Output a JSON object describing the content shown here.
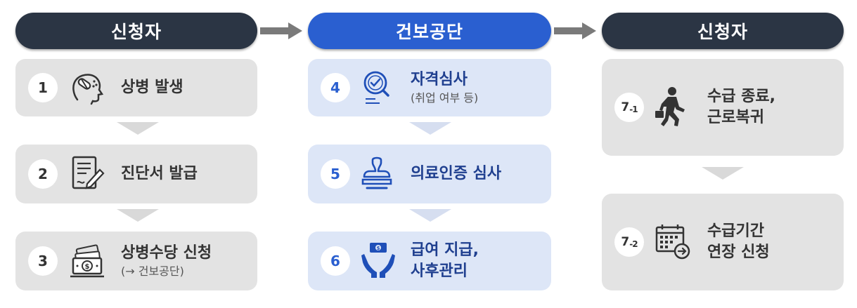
{
  "columns": [
    {
      "header": "신청자",
      "steps": [
        {
          "num": "1",
          "label": "상병 발생",
          "note": ""
        },
        {
          "num": "2",
          "label": "진단서 발급",
          "note": ""
        },
        {
          "num": "3",
          "label": "상병수당 신청",
          "note": "(→ 건보공단)"
        }
      ]
    },
    {
      "header": "건보공단",
      "steps": [
        {
          "num": "4",
          "label": "자격심사",
          "note": "(취업 여부 등)"
        },
        {
          "num": "5",
          "label": "의료인증 심사",
          "note": ""
        },
        {
          "num": "6",
          "label": "급여 지급,",
          "label2": "사후관리"
        }
      ]
    },
    {
      "header": "신청자",
      "steps": [
        {
          "num": "7",
          "sub": "-1",
          "label": "수급 종료,",
          "label2": "근로복귀"
        },
        {
          "num": "7",
          "sub": "-2",
          "label": "수급기간",
          "label2": "연장 신청"
        }
      ]
    }
  ],
  "colors": {
    "header_dark": "#2b3544",
    "header_blue": "#2a5fd0",
    "box_gray": "#e3e3e3",
    "box_blue": "#dde6f7",
    "icon_dark": "#333333",
    "icon_blue": "#1f4fb8"
  },
  "icons": [
    "head-pill-icon",
    "document-pen-icon",
    "money-cash-icon",
    "magnifier-check-icon",
    "stamp-icon",
    "hand-money-icon",
    "person-walking-briefcase-icon",
    "calendar-arrow-icon",
    "right-arrow-icon",
    "down-chevron-icon"
  ]
}
